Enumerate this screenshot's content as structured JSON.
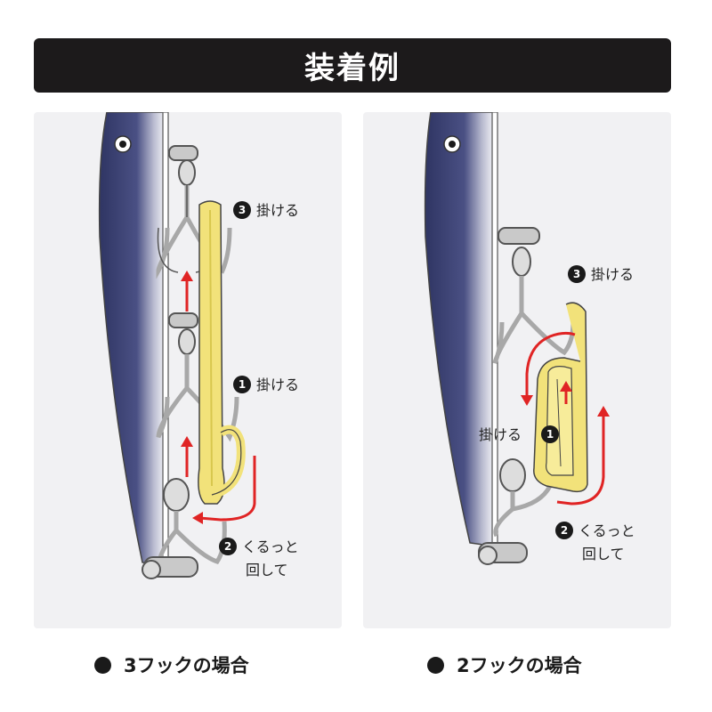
{
  "title": "装着例",
  "panels": [
    {
      "caption": "3フックの場合",
      "steps": [
        {
          "num": "3",
          "label": "掛ける"
        },
        {
          "num": "1",
          "label": "掛ける"
        },
        {
          "num": "2",
          "label_line1": "くるっと",
          "label_line2": "回して"
        }
      ]
    },
    {
      "caption": "2フックの場合",
      "steps": [
        {
          "num": "3",
          "label": "掛ける"
        },
        {
          "num": "1",
          "label": "掛ける"
        },
        {
          "num": "2",
          "label_line1": "くるっと",
          "label_line2": "回して"
        }
      ]
    }
  ],
  "colors": {
    "title_bg": "#1c1a1b",
    "lure_body": "#3a3f6e",
    "hook": "#b8b8b8",
    "band": "#f2e27a",
    "arrow": "#e02424",
    "panel_bg": "#f1f1f3"
  }
}
